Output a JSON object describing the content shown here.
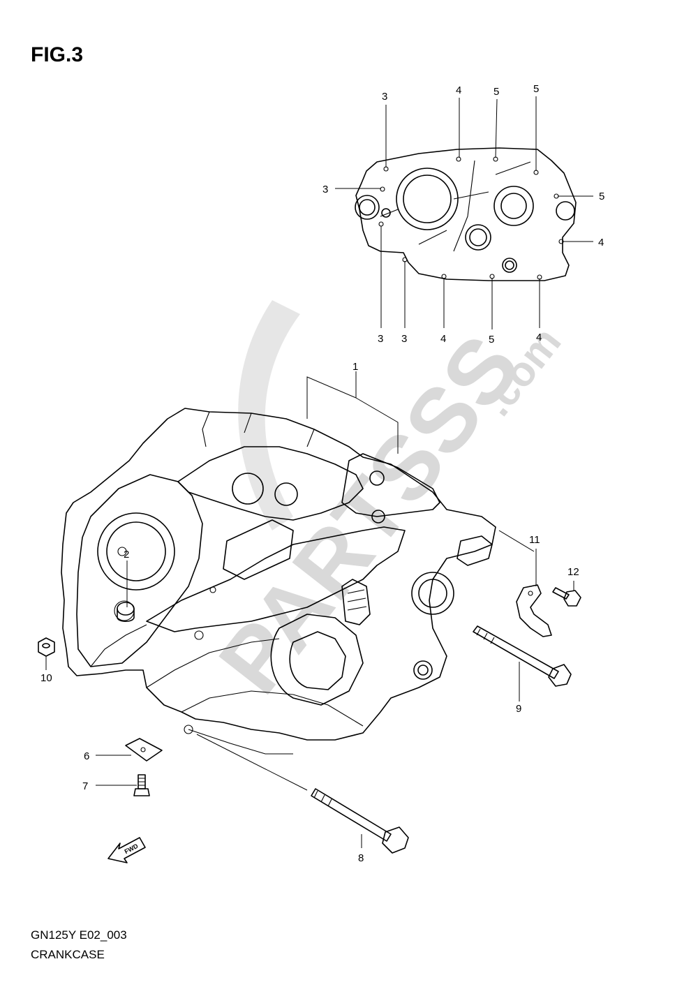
{
  "figure": {
    "title": "FIG.3"
  },
  "footer": {
    "code": "GN125Y E02_003",
    "name": "CRANKCASE"
  },
  "watermark": {
    "brand": "PARTSSS",
    "suffix": ".com",
    "color": "#d9d9d9"
  },
  "arrow": {
    "label": "FWD"
  },
  "callouts": {
    "c1": "1",
    "c2": "2",
    "c3": "3",
    "c4": "4",
    "c5": "5",
    "c6": "6",
    "c7": "7",
    "c8": "8",
    "c9": "9",
    "c10": "10",
    "c11": "11",
    "c12": "12"
  }
}
